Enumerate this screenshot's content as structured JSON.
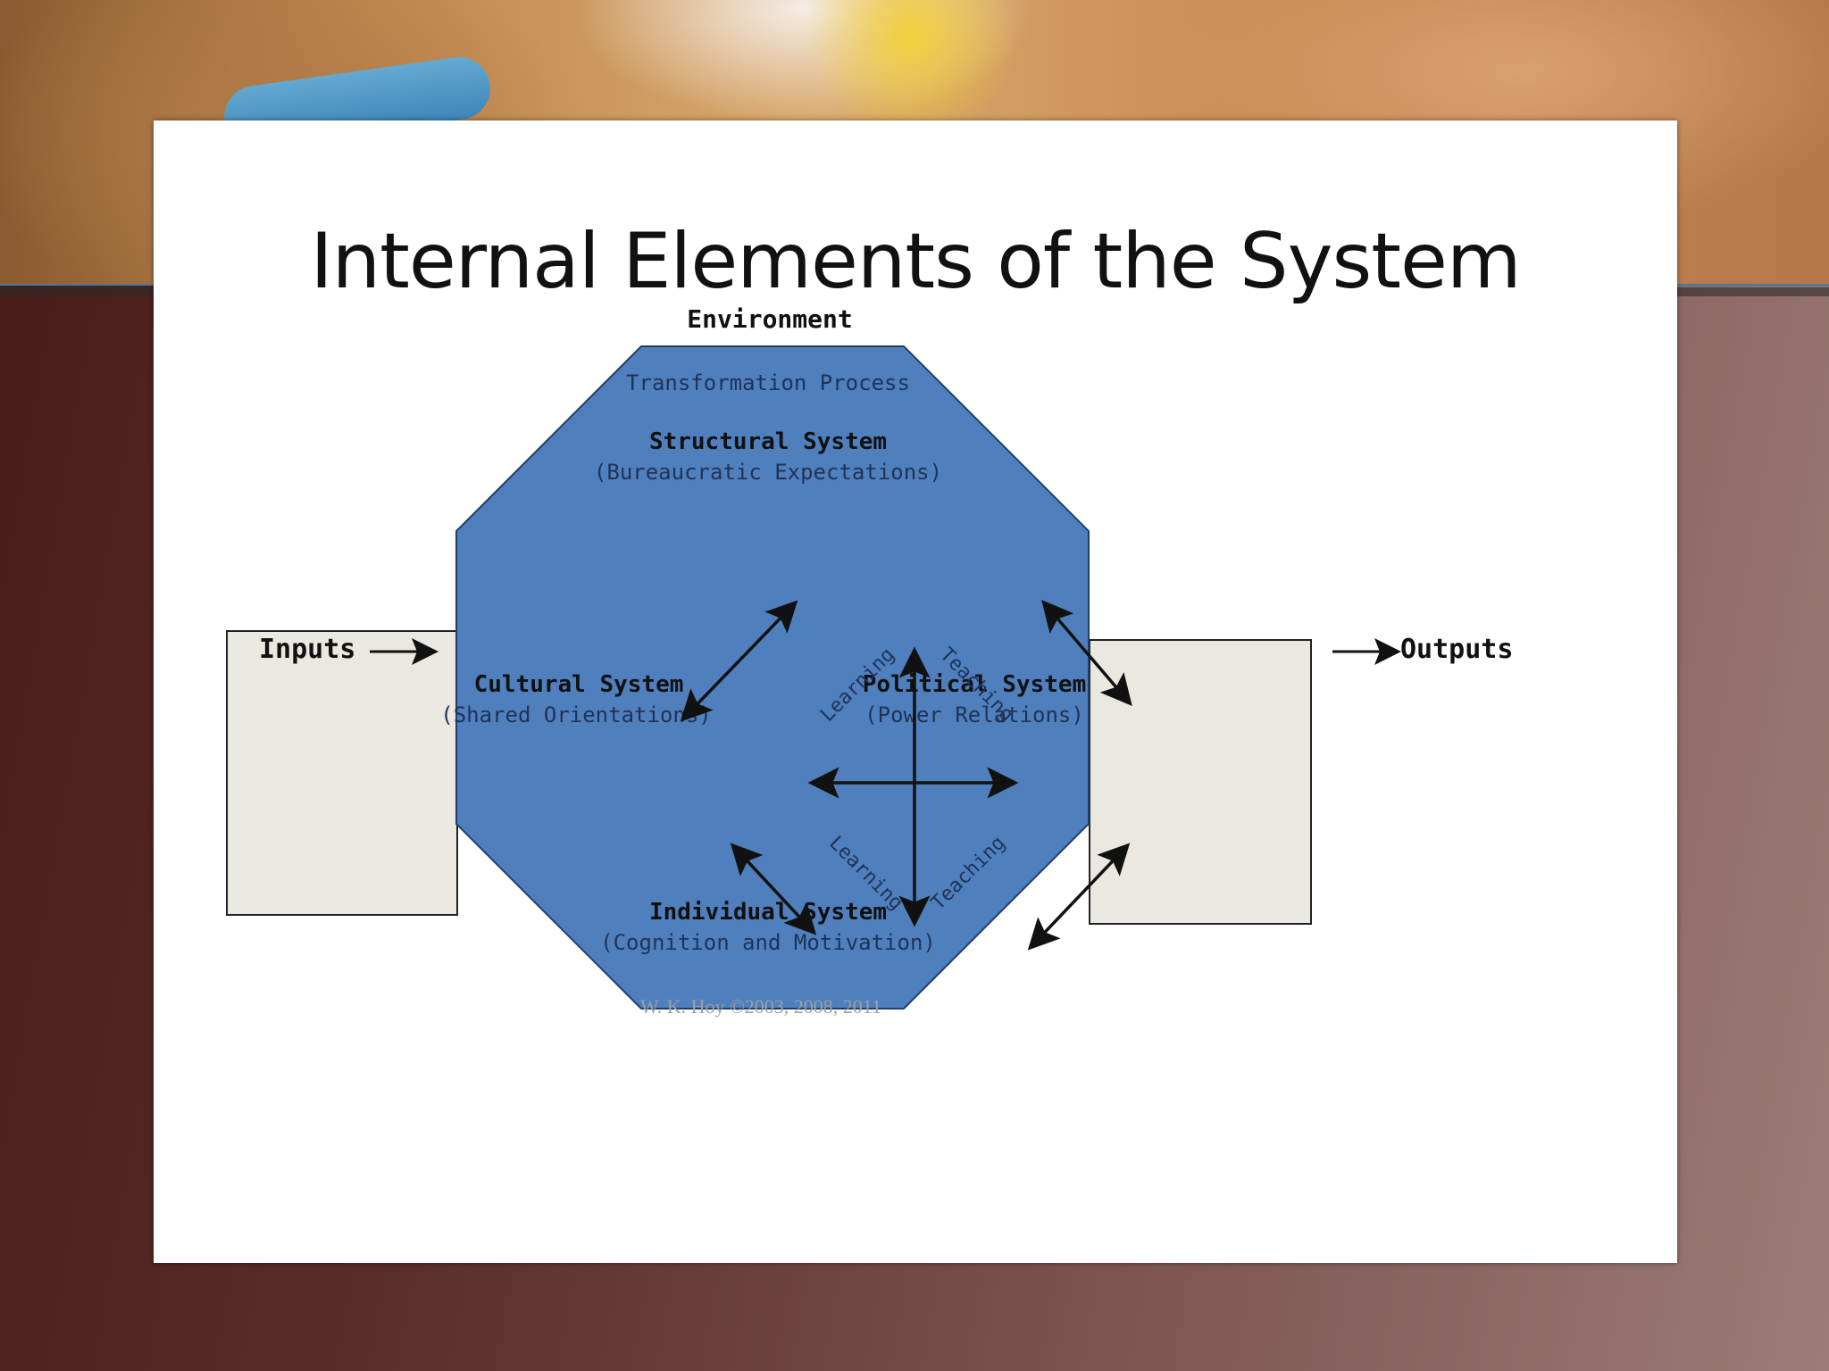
{
  "slide": {
    "title": "Internal Elements of the System"
  },
  "diagram": {
    "environment_label": "Environment",
    "transformation_label": "Transformation Process",
    "inputs_label": "Inputs",
    "outputs_label": "Outputs",
    "structural": {
      "name": "Structural System",
      "sub": "(Bureaucratic Expectations)"
    },
    "cultural": {
      "name": "Cultural System",
      "sub": "(Shared Orientations)"
    },
    "political": {
      "name": "Political System",
      "sub": "(Power Relations)"
    },
    "individual": {
      "name": "Individual System",
      "sub": "(Cognition and Motivation)"
    },
    "learning_label": "Learning",
    "teaching_label": "Teaching",
    "credit": "W. K. Hoy ©2003, 2008, 2011",
    "colors": {
      "octagon": "#4f7fbd",
      "box_fill": "#ebe8e1",
      "text_dark": "#111111"
    }
  }
}
